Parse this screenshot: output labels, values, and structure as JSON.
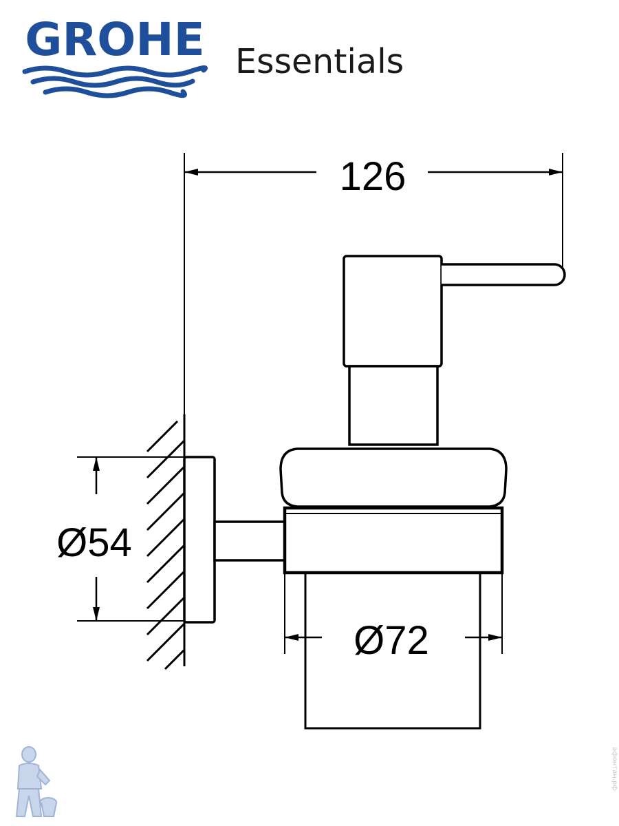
{
  "brand": {
    "logo_text": "GROHE",
    "series": "Essentials",
    "logo_color": "#1f4e9a"
  },
  "dimensions": {
    "overall_depth": "126",
    "rosette_diameter": "Ø54",
    "glass_diameter": "Ø72"
  },
  "watermark": {
    "text": "афонтан.рф"
  },
  "colors": {
    "line": "#000000",
    "background": "#ffffff",
    "mascot": "#9fb4d6"
  }
}
